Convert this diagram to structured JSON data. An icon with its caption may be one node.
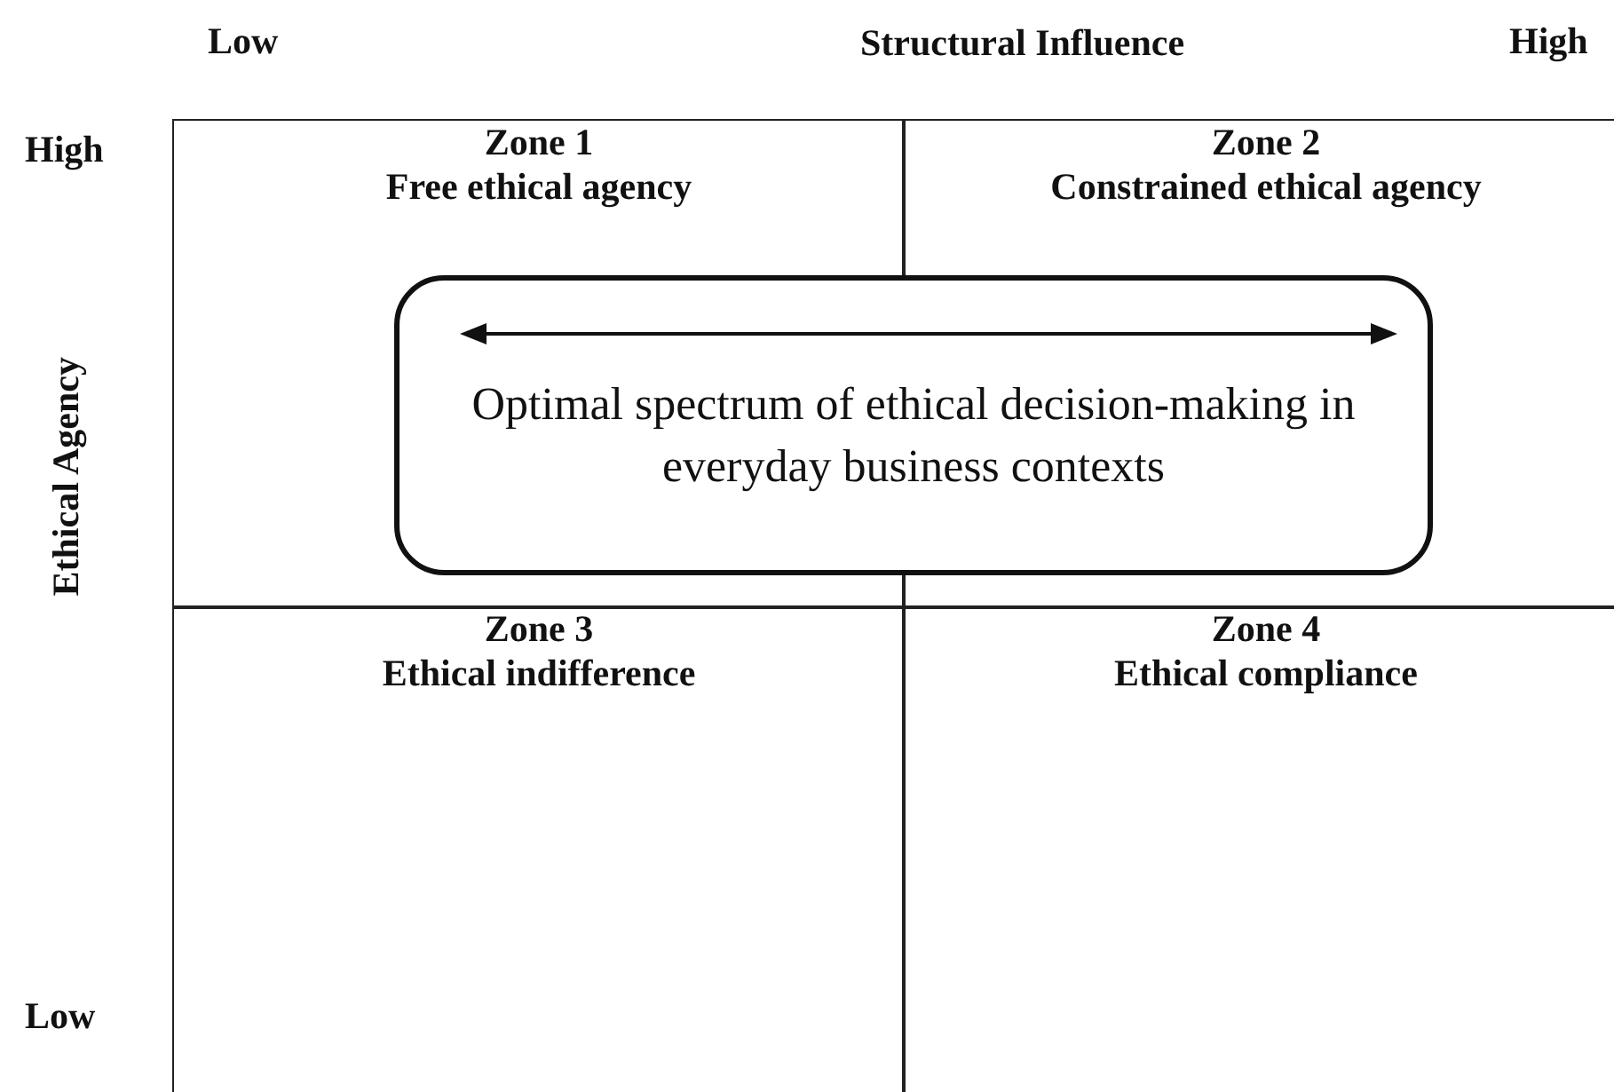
{
  "diagram": {
    "nodes": [
      {
        "text": [
          "Zone 1",
          "Free ethical agency"
        ]
      },
      {
        "text": [
          "Zone 2",
          "Constrained ethical agency"
        ]
      },
      {
        "text": [
          "Optimal spectrum of ethical decision-making in everyday business contexts"
        ]
      },
      {
        "text": [
          "Zone 3",
          "Ethical indifference"
        ]
      },
      {
        "text": [
          "Zone 4",
          "Ethical compliance"
        ]
      }
    ],
    "edges": [],
    "labels": [
      "Low",
      "Structural Influence",
      "High",
      "High",
      "Ethical Agency",
      "Low"
    ]
  }
}
